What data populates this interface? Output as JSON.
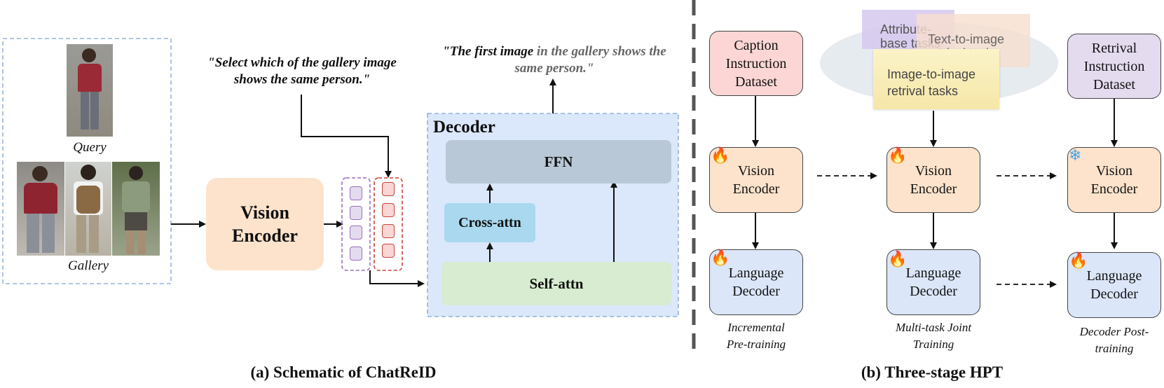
{
  "panel_a": {
    "caption": "(a) Schematic of ChatReID",
    "query_label": "Query",
    "gallery_label": "Gallery",
    "prompt_text": "\"Select which of the gallery image shows the same person.\"",
    "answer_bold": "\"The first image",
    "answer_rest": " in the gallery shows the same person.\"",
    "vision_encoder": "Vision Encoder",
    "decoder_title": "Decoder",
    "ffn": "FFN",
    "cross_attn": "Cross-attn",
    "self_attn": "Self-attn"
  },
  "panel_b": {
    "caption": "(b) Three-stage HPT",
    "caption_dataset": "Caption Instruction Dataset",
    "retrival_dataset": "Retrival Instruction Dataset",
    "task_attribute": "Attribute-base tasks",
    "task_text2img": "Text-to-image retrival tasks",
    "task_img2img": "Image-to-image retrival tasks",
    "vision_encoder": "Vision Encoder",
    "language_decoder": "Language Decoder",
    "stage1": "Incremental Pre-training",
    "stage2": "Multi-task Joint Training",
    "stage3": "Decoder Post-training"
  },
  "colors": {
    "encoder": "#fde3cc",
    "decoder_bg": "#dbe8fb",
    "ffn": "#b9c8d6",
    "cross": "#a9d8ef",
    "self": "#d7ecd0",
    "caption_ds": "#fbd6d4",
    "retrival_ds": "#e4dbef",
    "lang_decoder": "#dbe6f8"
  },
  "icons": [
    "fire-icon",
    "snowflake-icon"
  ]
}
